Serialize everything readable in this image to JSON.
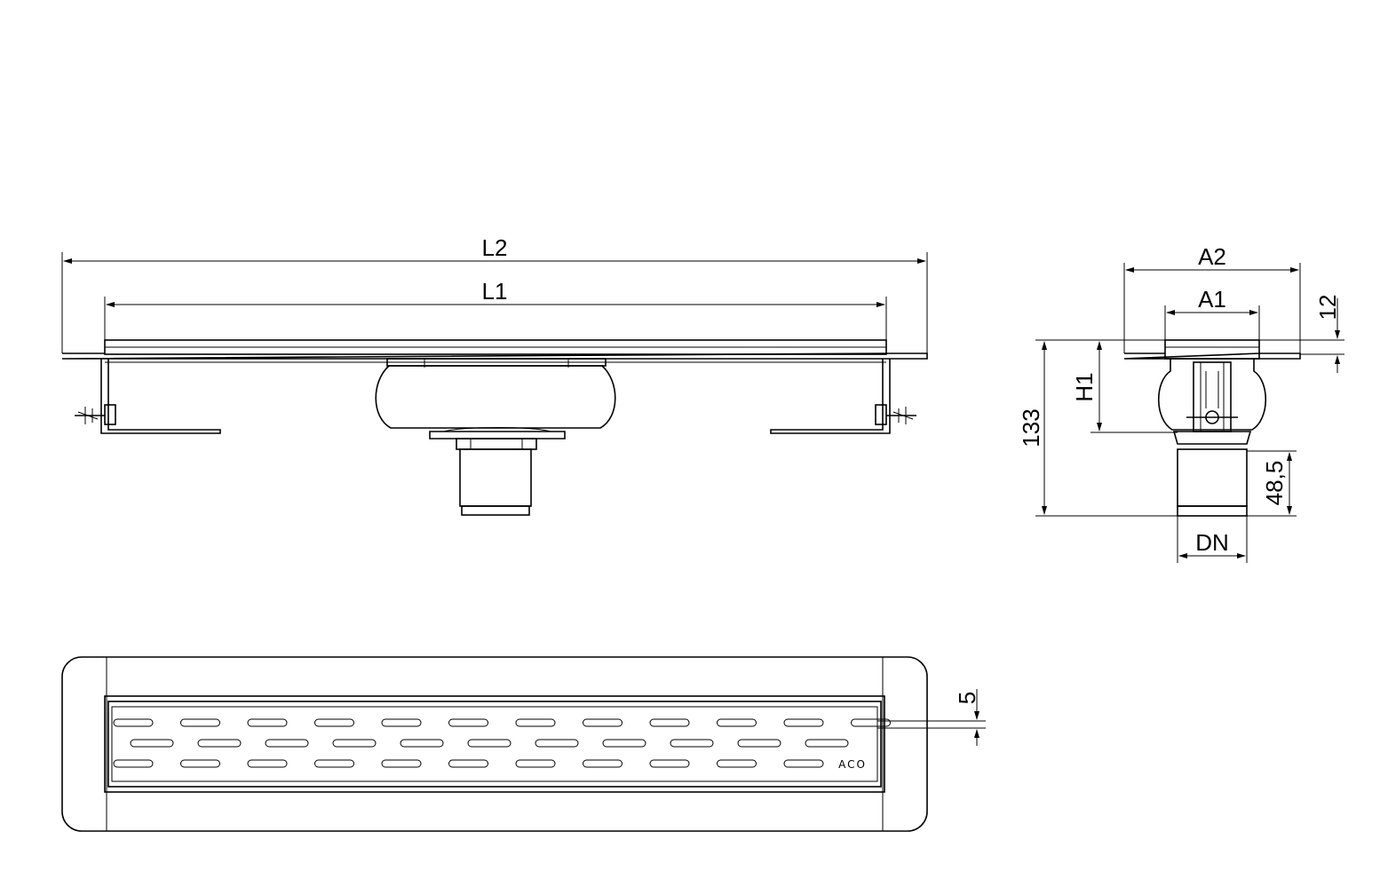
{
  "dimensions": {
    "L2": "L2",
    "L1": "L1",
    "A2": "A2",
    "A1": "A1",
    "H1": "H1",
    "DN": "DN",
    "total_height": "133",
    "outlet_height": "48,5",
    "flange_thickness": "12",
    "grate_gap": "5"
  },
  "grate_logo": "ACO"
}
